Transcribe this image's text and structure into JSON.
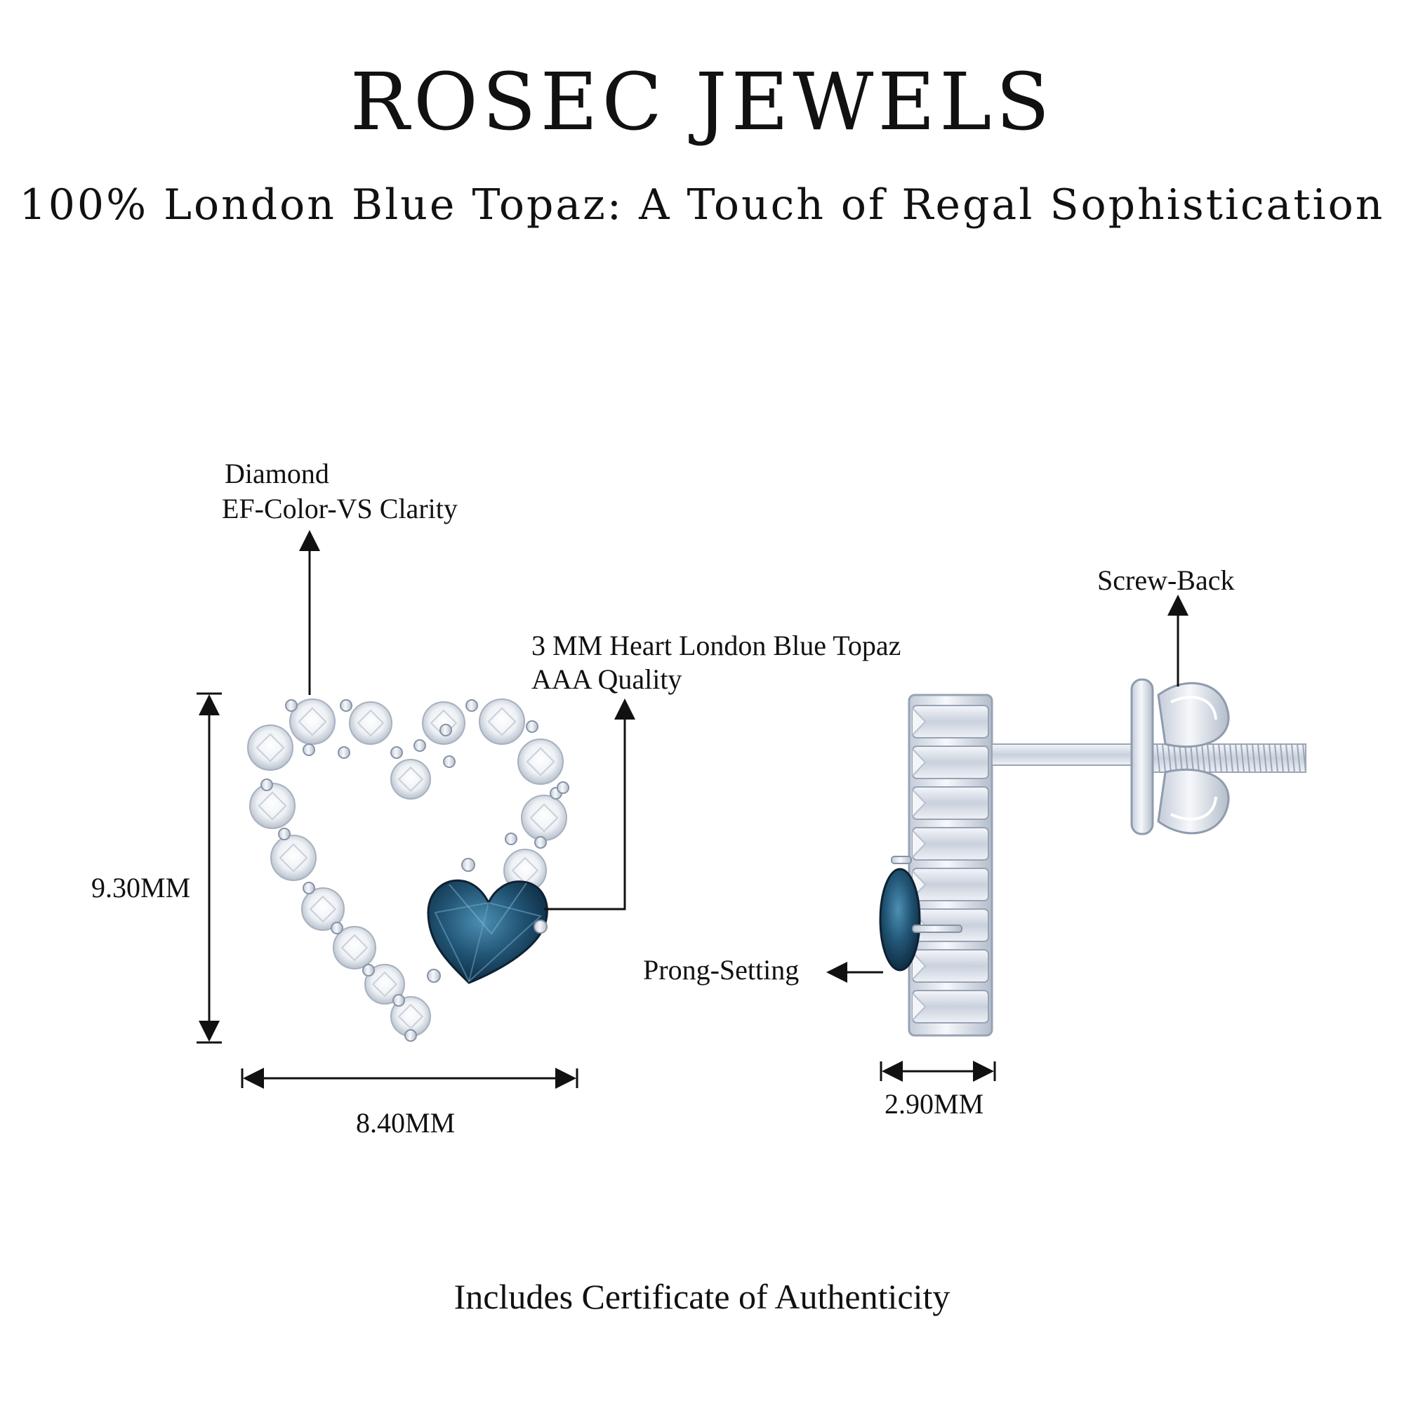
{
  "brand": {
    "name": "ROSEC JEWELS"
  },
  "tagline": "100% London Blue Topaz: A Touch of Regal Sophistication",
  "annotations": {
    "diamond": {
      "line1": "Diamond",
      "line2": "EF-Color-VS Clarity"
    },
    "topaz": {
      "line1": "3 MM Heart London Blue Topaz",
      "line2": "AAA Quality"
    },
    "screw_back": "Screw-Back",
    "prong_setting": "Prong-Setting",
    "height": "9.30MM",
    "width": "8.40MM",
    "depth": "2.90MM"
  },
  "colors": {
    "metal": "#dfe5ee",
    "metal_dark": "#aab4c4",
    "diamond": "#f2f4f7",
    "topaz": "#1f4e6e",
    "topaz_light": "#3f7fa3",
    "ink": "#111111"
  },
  "footer": "Includes Certificate of Authenticity"
}
